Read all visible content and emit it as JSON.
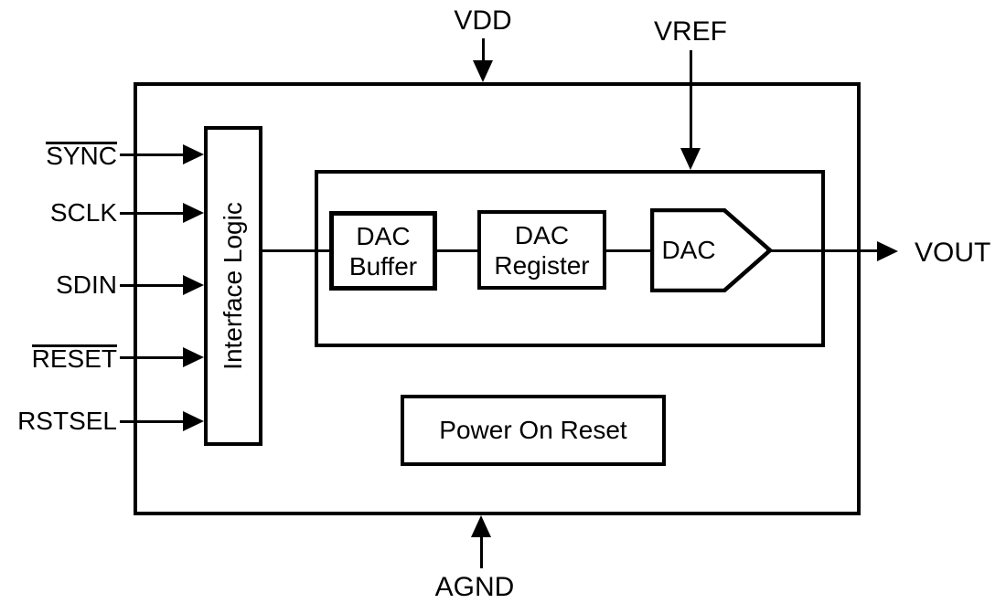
{
  "colors": {
    "stroke": "#000000",
    "background": "#ffffff"
  },
  "pins": {
    "left": [
      {
        "label": "SYNC",
        "overline": true
      },
      {
        "label": "SCLK",
        "overline": false
      },
      {
        "label": "SDIN",
        "overline": false
      },
      {
        "label": "RESET",
        "overline": true
      },
      {
        "label": "RSTSEL",
        "overline": false
      }
    ],
    "top": [
      {
        "label": "VDD"
      },
      {
        "label": "VREF"
      }
    ],
    "right": [
      {
        "label": "VOUT"
      }
    ],
    "bottom": [
      {
        "label": "AGND"
      }
    ]
  },
  "blocks": {
    "interface_logic": {
      "label": "Interface Logic"
    },
    "dac_buffer": {
      "label": "DAC\nBuffer"
    },
    "dac_register": {
      "label": "DAC\nRegister"
    },
    "dac": {
      "label": "DAC"
    },
    "power_on_reset": {
      "label": "Power On Reset"
    }
  }
}
